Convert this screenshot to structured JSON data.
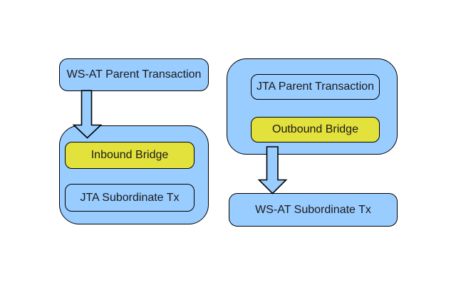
{
  "diagram": {
    "colors": {
      "node_fill": "#99CCFF",
      "bridge_fill": "#E3E13C",
      "border": "#000000",
      "text": "#1A1A1A",
      "background": "#FFFFFF"
    },
    "left_flow": {
      "parent_node": {
        "label": "WS-AT Parent Transaction"
      },
      "subordinate_container": {
        "bridge_node": {
          "label": "Inbound Bridge"
        },
        "transaction_node": {
          "label": "JTA Subordinate Tx"
        }
      },
      "arrow": {
        "direction": "down",
        "from": "WS-AT Parent Transaction",
        "to": "Inbound Bridge container"
      }
    },
    "right_flow": {
      "parent_container": {
        "transaction_node": {
          "label": "JTA Parent Transaction"
        },
        "bridge_node": {
          "label": "Outbound Bridge"
        }
      },
      "subordinate_node": {
        "label": "WS-AT Subordinate Tx"
      },
      "arrow": {
        "direction": "down",
        "from": "Outbound Bridge container",
        "to": "WS-AT Subordinate Tx"
      }
    }
  }
}
